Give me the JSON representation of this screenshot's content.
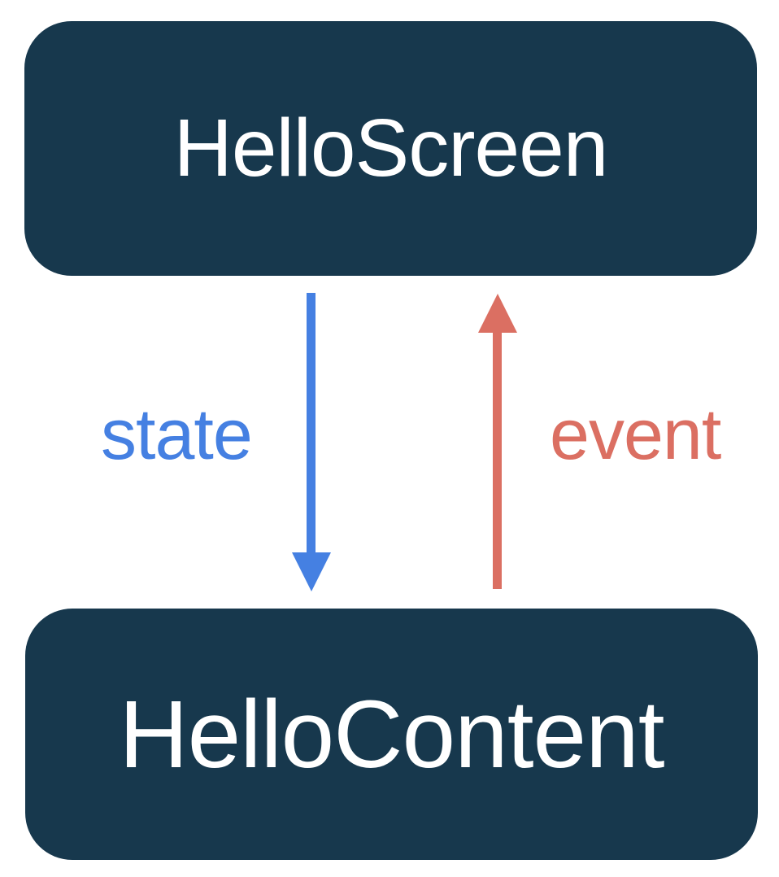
{
  "diagram": {
    "nodes": [
      {
        "id": "screen",
        "label": "HelloScreen"
      },
      {
        "id": "content",
        "label": "HelloContent"
      }
    ],
    "edges": [
      {
        "id": "state",
        "label": "state",
        "from": "screen",
        "to": "content",
        "direction": "down",
        "color": "#4580E2"
      },
      {
        "id": "event",
        "label": "event",
        "from": "content",
        "to": "screen",
        "direction": "up",
        "color": "#DB6F62"
      }
    ]
  },
  "colors": {
    "canvas_bg": "#FFFFFF",
    "node_bg": "#17384D",
    "node_text": "#FFFFFF",
    "state_blue": "#4580E2",
    "event_red": "#DB6F62"
  }
}
